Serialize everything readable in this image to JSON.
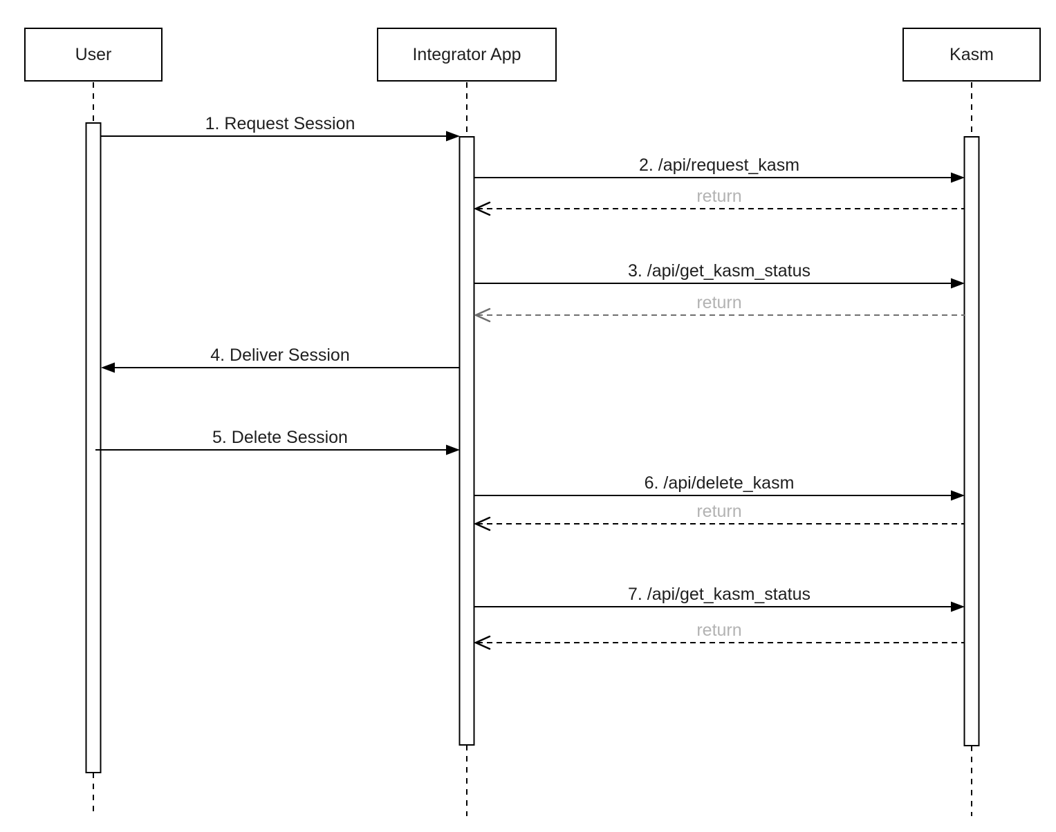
{
  "diagram": {
    "type": "sequence-diagram",
    "actors": [
      {
        "name": "User"
      },
      {
        "name": "Integrator App"
      },
      {
        "name": "Kasm"
      }
    ],
    "messages": [
      {
        "label": "1. Request Session",
        "from": "User",
        "to": "Integrator App",
        "line": "solid"
      },
      {
        "label": "2. /api/request_kasm",
        "from": "Integrator App",
        "to": "Kasm",
        "line": "solid"
      },
      {
        "label": "return",
        "from": "Kasm",
        "to": "Integrator App",
        "line": "dashed"
      },
      {
        "label": "3. /api/get_kasm_status",
        "from": "Integrator App",
        "to": "Kasm",
        "line": "solid"
      },
      {
        "label": "return",
        "from": "Kasm",
        "to": "Integrator App",
        "line": "dashed",
        "variant": "gray"
      },
      {
        "label": "4. Deliver Session",
        "from": "Integrator App",
        "to": "User",
        "line": "solid"
      },
      {
        "label": "5. Delete Session",
        "from": "User",
        "to": "Integrator App",
        "line": "solid"
      },
      {
        "label": "6. /api/delete_kasm",
        "from": "Integrator App",
        "to": "Kasm",
        "line": "solid"
      },
      {
        "label": "return",
        "from": "Kasm",
        "to": "Integrator App",
        "line": "dashed"
      },
      {
        "label": "7. /api/get_kasm_status",
        "from": "Integrator App",
        "to": "Kasm",
        "line": "solid"
      },
      {
        "label": "return",
        "from": "Kasm",
        "to": "Integrator App",
        "line": "dashed"
      }
    ],
    "colors": {
      "background": "#ffffff",
      "line": "#000000",
      "text": "#1f1f1f",
      "return_text": "#b3b3b3",
      "gray_return_line": "#6e6e6e"
    }
  }
}
